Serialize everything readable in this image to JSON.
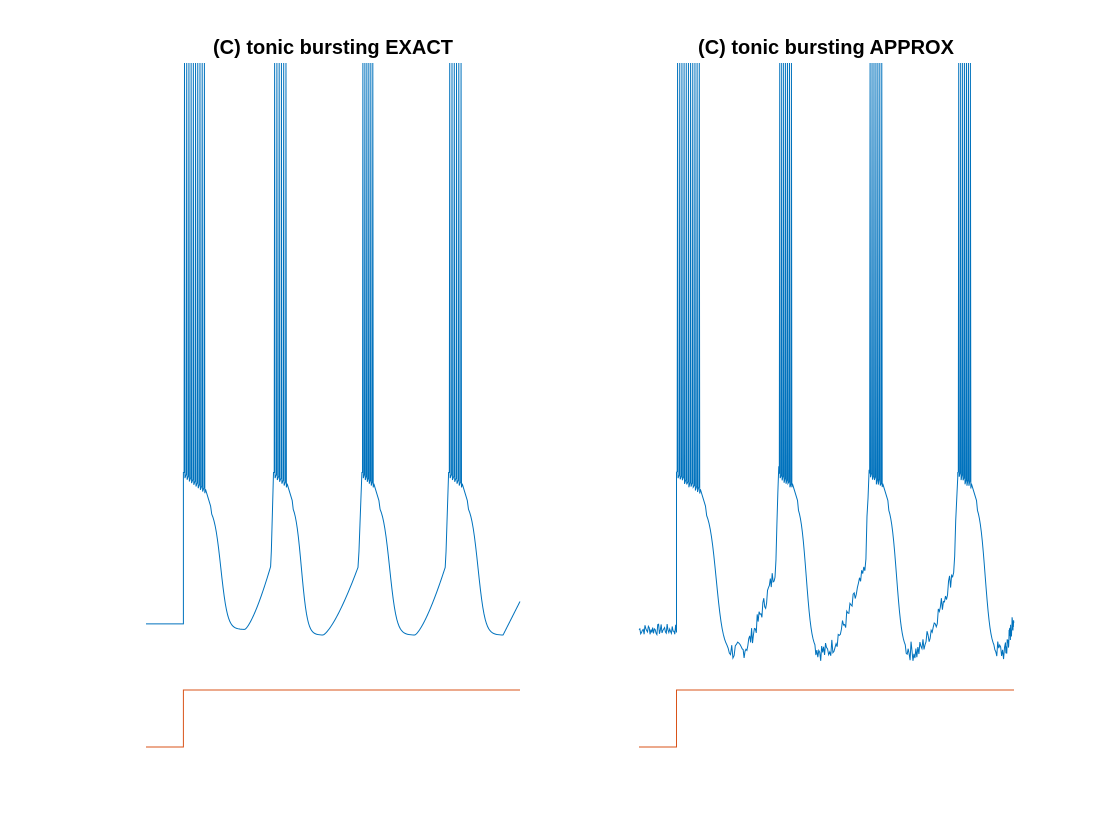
{
  "colors": {
    "voltage": "#0072BD",
    "input": "#D95319",
    "background": "#FFFFFF"
  },
  "chart_data": [
    {
      "type": "line",
      "title": "(C) tonic bursting EXACT",
      "axes_visible": false,
      "series": [
        {
          "key": "v",
          "style": "smooth",
          "rest_v": -70,
          "x_range": [
            0,
            220
          ],
          "step_time": 22,
          "bursts": [
            {
              "start": 22,
              "spikes": 10,
              "plateau_v": -43,
              "plateau_end_v": -46,
              "end": 35,
              "trough_time": 58,
              "trough_v": -71,
              "recover_v": -58
            },
            {
              "start": 75,
              "spikes": 6,
              "plateau_v": -43,
              "plateau_end_v": -45,
              "end": 83,
              "trough_time": 104,
              "trough_v": -72,
              "recover_v": -58
            },
            {
              "start": 127,
              "spikes": 6,
              "plateau_v": -43,
              "plateau_end_v": -45,
              "end": 134,
              "trough_time": 158,
              "trough_v": -72,
              "recover_v": -58
            },
            {
              "start": 178,
              "spikes": 6,
              "plateau_v": -43,
              "plateau_end_v": -45,
              "end": 186,
              "trough_time": 210,
              "trough_v": -72,
              "recover_v": -66
            }
          ],
          "spike_peak_v": 30
        },
        {
          "key": "i",
          "type": "step",
          "x": [
            0,
            22,
            22,
            220
          ],
          "levels": [
            0,
            0,
            1,
            1
          ]
        }
      ]
    },
    {
      "type": "line",
      "title": "(C) tonic bursting APPROX",
      "axes_visible": false,
      "series": [
        {
          "key": "v",
          "style": "noisy",
          "rest_v": -71,
          "x_range": [
            0,
            220
          ],
          "step_time": 22,
          "bursts": [
            {
              "start": 22,
              "spikes": 11,
              "plateau_v": -43,
              "plateau_end_v": -46,
              "end": 36,
              "trough_time": 60,
              "trough_v": -75,
              "recover_v": -58
            },
            {
              "start": 82,
              "spikes": 7,
              "plateau_v": -43,
              "plateau_end_v": -45,
              "end": 90,
              "trough_time": 110,
              "trough_v": -75,
              "recover_v": -58
            },
            {
              "start": 135,
              "spikes": 7,
              "plateau_v": -43,
              "plateau_end_v": -45,
              "end": 143,
              "trough_time": 163,
              "trough_v": -75,
              "recover_v": -58
            },
            {
              "start": 187,
              "spikes": 7,
              "plateau_v": -43,
              "plateau_end_v": -45,
              "end": 195,
              "trough_time": 215,
              "trough_v": -75,
              "recover_v": -69
            }
          ],
          "spike_peak_v": 30
        },
        {
          "key": "i",
          "type": "step",
          "x": [
            0,
            22,
            22,
            220
          ],
          "levels": [
            0,
            0,
            1,
            1
          ]
        }
      ]
    }
  ]
}
